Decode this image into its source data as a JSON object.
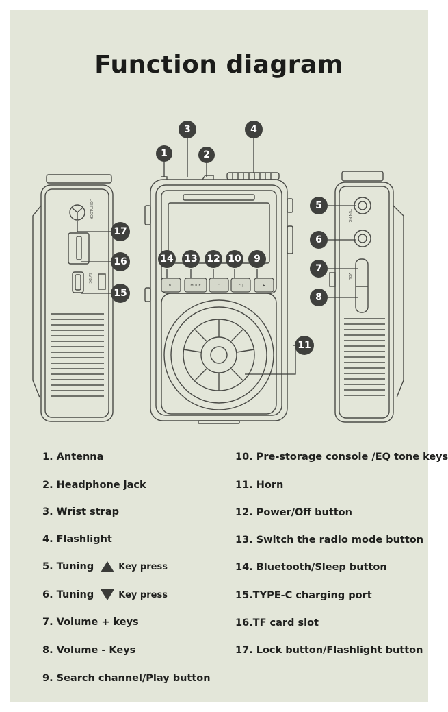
{
  "title": "Function diagram",
  "colors": {
    "panel": "#e3e6d9",
    "ink": "#4a4b47",
    "badge": "#3f403d"
  },
  "device_marks": {
    "side_left": "LIGHT/LOCK",
    "side_left_port": "5V DC",
    "side_right_tuning": "TUNING",
    "side_right_vol": "VOL",
    "keys": [
      "BT",
      "MODE",
      "⏻",
      "EQ",
      "▶"
    ]
  },
  "badges": [
    "1",
    "2",
    "3",
    "4",
    "5",
    "6",
    "7",
    "8",
    "9",
    "10",
    "11",
    "12",
    "13",
    "14",
    "15",
    "16",
    "17"
  ],
  "legend_left": [
    {
      "text": "1. Antenna"
    },
    {
      "text": "2. Headphone jack"
    },
    {
      "text": "3. Wrist strap"
    },
    {
      "text": "4. Flashlight"
    },
    {
      "text": "5. Tuning",
      "icon": "up-triangle-icon",
      "note": "Key press"
    },
    {
      "text": "6. Tuning",
      "icon": "down-triangle-icon",
      "note": "Key press"
    },
    {
      "text": "7. Volume + keys"
    },
    {
      "text": "8. Volume - Keys"
    },
    {
      "text": "9. Search channel/Play button"
    }
  ],
  "legend_right": [
    {
      "text": "10. Pre-storage console /EQ tone keys"
    },
    {
      "text": "11. Horn"
    },
    {
      "text": "12. Power/Off button"
    },
    {
      "text": "13. Switch the radio mode button"
    },
    {
      "text": "14. Bluetooth/Sleep button"
    },
    {
      "text": "15.TYPE-C charging port"
    },
    {
      "text": "16.TF card slot"
    },
    {
      "text": "17. Lock button/Flashlight button"
    }
  ]
}
